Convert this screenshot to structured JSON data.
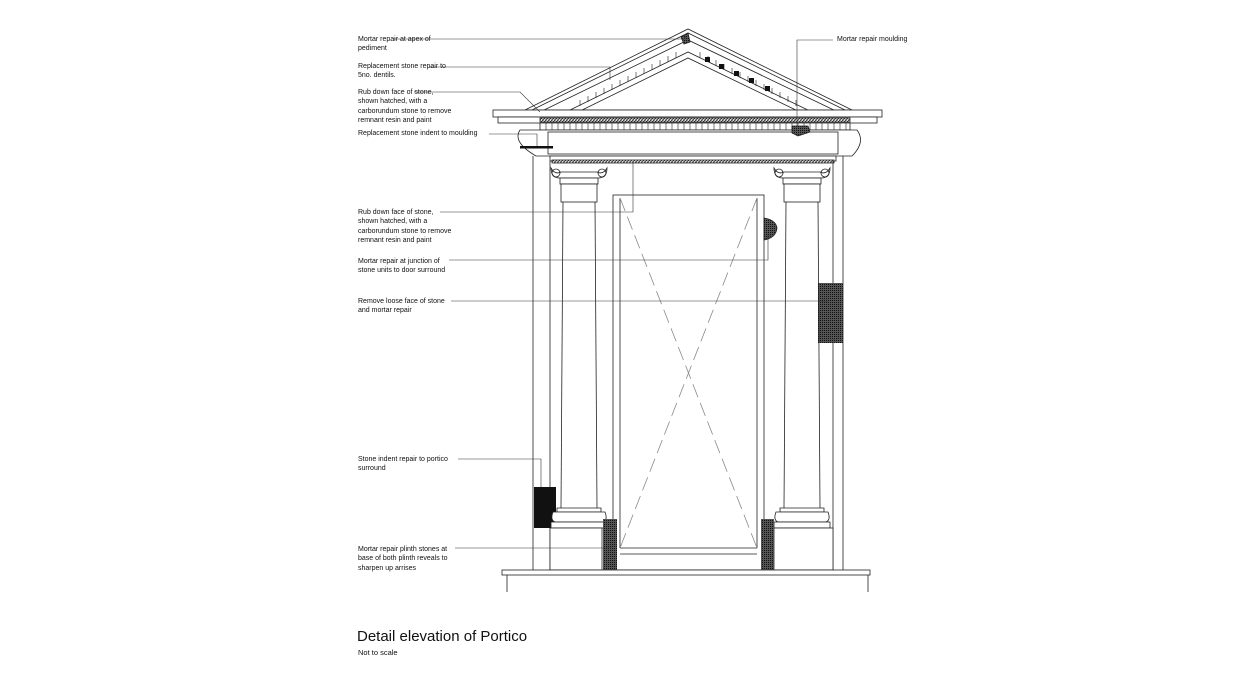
{
  "drawing": {
    "title": "Detail elevation of Portico",
    "subtitle": "Not to scale"
  },
  "annotations": [
    {
      "id": "apex",
      "text": "Mortar repair at apex of\npediment"
    },
    {
      "id": "dentils",
      "text": "Replacement stone repair to\n5no. dentils."
    },
    {
      "id": "rub-top",
      "text": "Rub down face of stone,\nshown hatched, with a\ncarborundum stone to remove\nremnant resin and paint"
    },
    {
      "id": "indent-moulding",
      "text": "Replacement stone indent to moulding"
    },
    {
      "id": "mortar-moulding",
      "text": "Mortar repair moulding"
    },
    {
      "id": "rub-mid",
      "text": "Rub down face of stone,\nshown hatched, with a\ncarborundum stone to remove\nremnant resin and paint"
    },
    {
      "id": "junction",
      "text": "Mortar repair at junction of\nstone units to door surround"
    },
    {
      "id": "loose-face",
      "text": "Remove loose face of stone\nand mortar repair"
    },
    {
      "id": "indent-surround",
      "text": "Stone indent repair to portico\nsurround"
    },
    {
      "id": "plinth",
      "text": "Mortar repair plinth stones at\nbase of both plinth reveals to\nsharpen up arrises"
    }
  ]
}
